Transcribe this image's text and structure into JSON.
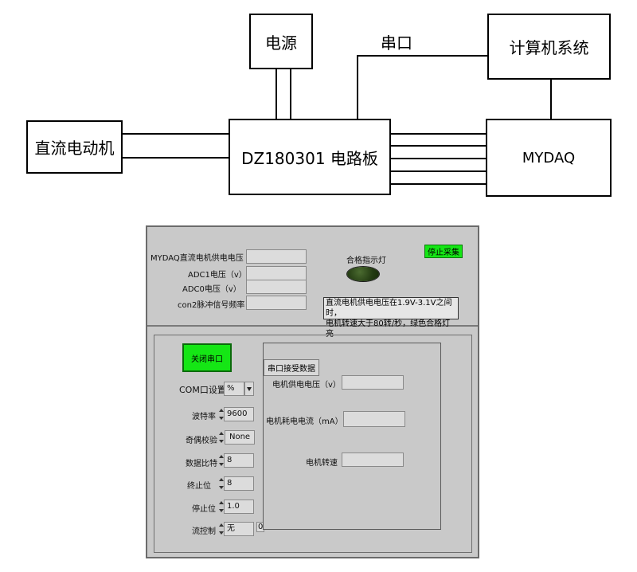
{
  "diagram": {
    "power_label": "电源",
    "computer_label": "计算机系统",
    "motor_label": "直流电动机",
    "board_label": "DZ180301 电路板",
    "mydaq_label": "MYDAQ",
    "serial_label": "串口"
  },
  "panel": {
    "top": {
      "mydaq_voltage_label": "MYDAQ直流电机供电电压",
      "adc1_label": "ADC1电压（v）",
      "adc0_label": "ADC0电压（v）",
      "pulse_freq_label": "con2脉冲信号频率",
      "indicator_label": "合格指示灯",
      "stop_button_label": "停止采集",
      "note_line1": "直流电机供电电压在1.9V-3.1V之间时，",
      "note_line2": "电机转速大于80转/秒，绿色合格灯亮"
    },
    "serial": {
      "close_button_label": "关闭串口",
      "com_label": "COM口设置",
      "com_value": "%",
      "baud_label": "波特率",
      "baud_value": "9600",
      "parity_label": "奇偶校验",
      "parity_value": "None",
      "databits_label": "数据比特",
      "databits_value": "8",
      "stopbits_label": "终止位",
      "stopbits_value": "8",
      "stop_label": "停止位",
      "stop_value": "1.0",
      "flow_label": "流控制",
      "flow_value": "无",
      "flow_extra": "0"
    },
    "receive": {
      "title": "串口接受数据",
      "supply_voltage_label": "电机供电电压（v）",
      "current_label": "电机耗电电流（mA）",
      "speed_label": "电机转速"
    }
  }
}
